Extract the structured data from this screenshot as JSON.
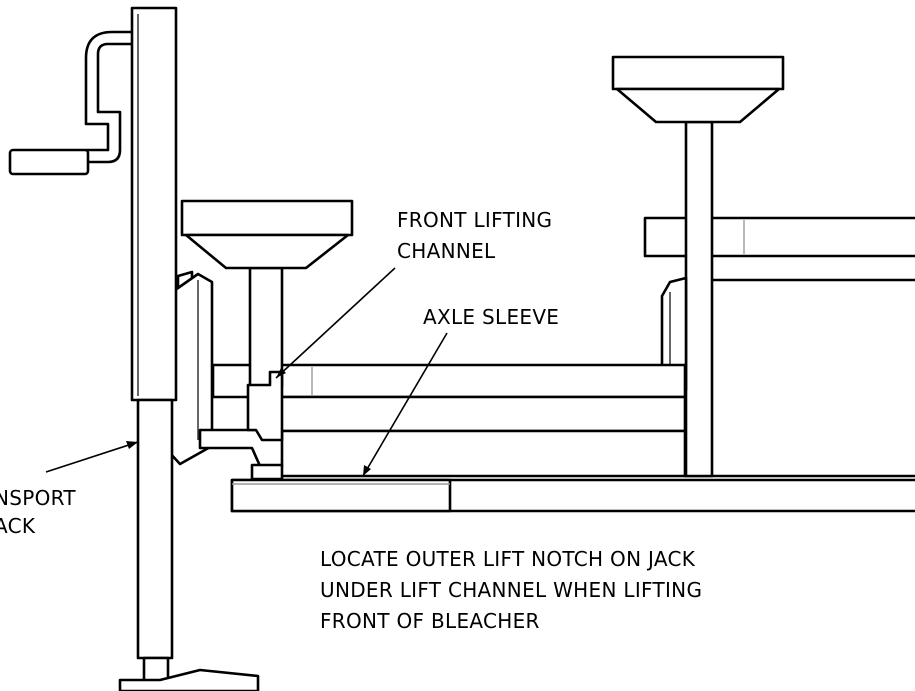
{
  "labels": {
    "front_lifting_channel_1": "FRONT LIFTING",
    "front_lifting_channel_2": "CHANNEL",
    "axle_sleeve": "AXLE SLEEVE",
    "transport_jack_1": "NSPORT",
    "transport_jack_2": "ACK"
  },
  "note": {
    "line1": "LOCATE OUTER LIFT NOTCH ON JACK",
    "line2": "UNDER LIFT CHANNEL WHEN LIFTING",
    "line3": "FRONT OF BLEACHER"
  }
}
